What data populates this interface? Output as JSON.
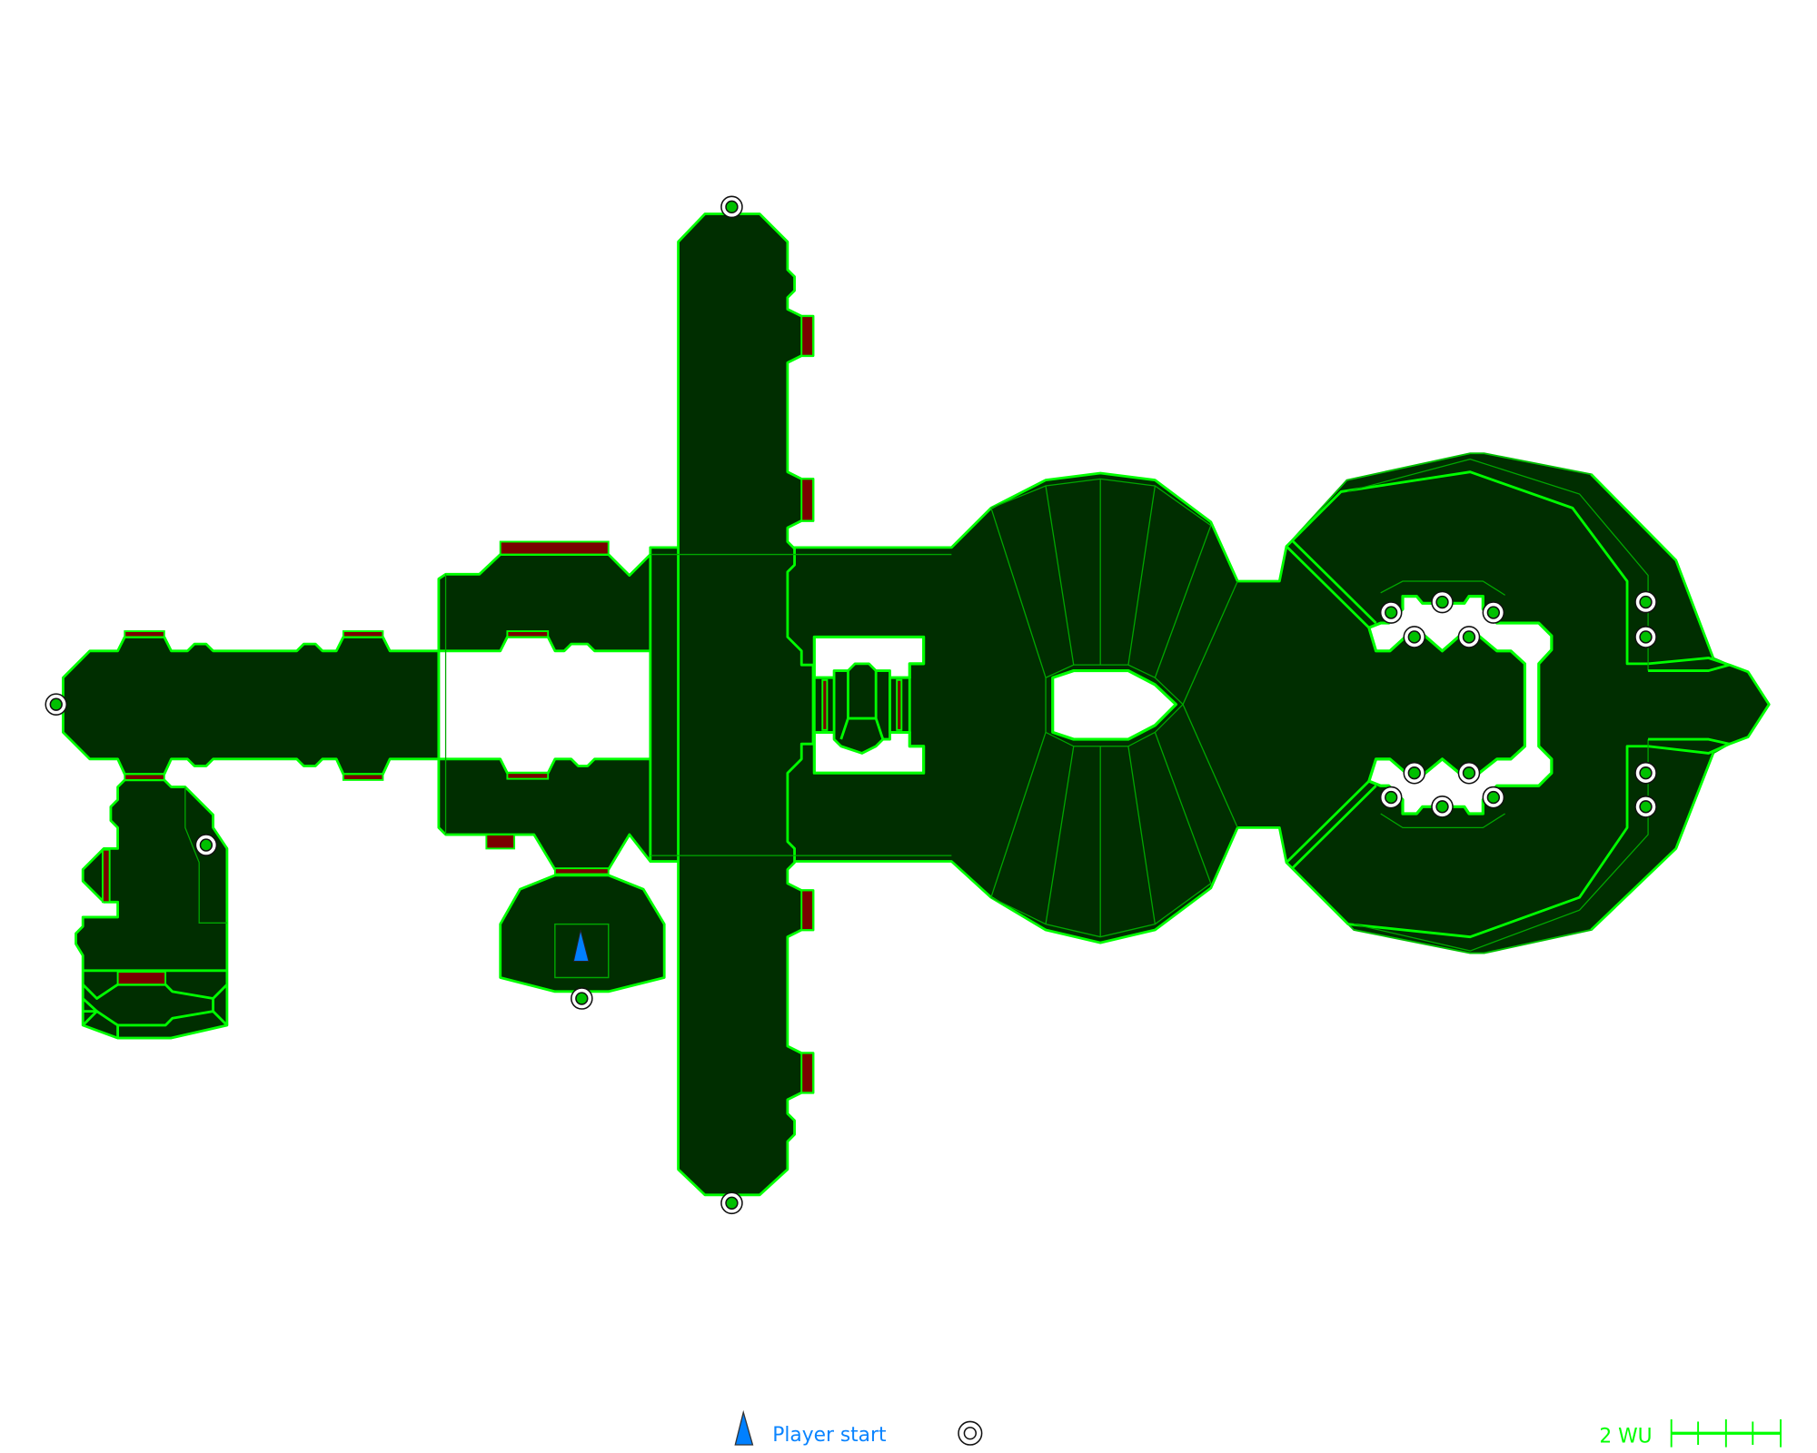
{
  "legend": {
    "player_start_label": "Player start",
    "player_start_icon": "blue-triangle",
    "marker_icon": "target-circle"
  },
  "scale": {
    "label": "2 WU",
    "divisions": 4
  },
  "colors": {
    "floor": "#002e00",
    "wall": "#00ff00",
    "door": "#7a0000",
    "player": "#0080ff",
    "scale_text": "#00ff00",
    "legend_text": "#0a84ff"
  }
}
